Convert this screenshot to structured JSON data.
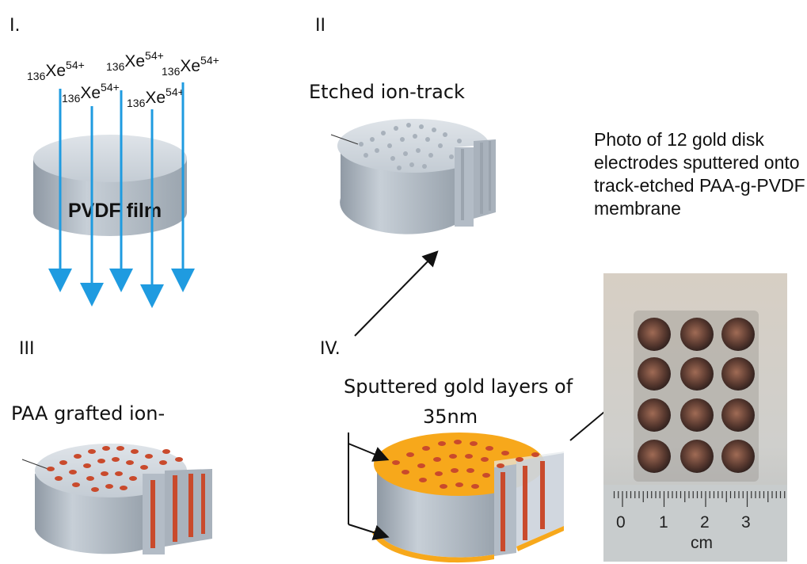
{
  "panels": {
    "p1": {
      "label": "I.",
      "film_text": "PVDF film"
    },
    "p2": {
      "label": "II",
      "caption": "Etched ion-track"
    },
    "p3": {
      "label": "III",
      "caption": "PAA grafted ion-"
    },
    "p4": {
      "label": "IV.",
      "caption_line1": "Sputtered gold layers of",
      "caption_line2": "35nm"
    }
  },
  "ions": [
    {
      "mass": "136",
      "symbol": "Xe",
      "charge": "54+"
    },
    {
      "mass": "136",
      "symbol": "Xe",
      "charge": "54+"
    },
    {
      "mass": "136",
      "symbol": "Xe",
      "charge": "54+"
    },
    {
      "mass": "136",
      "symbol": "Xe",
      "charge": "54+"
    },
    {
      "mass": "136",
      "symbol": "Xe",
      "charge": "54+"
    }
  ],
  "photo": {
    "caption": "Photo of 12 gold disk electrodes sputtered onto track-etched PAA-g-PVDF membrane",
    "ruler_ticks": [
      "0",
      "1",
      "2",
      "3"
    ],
    "ruler_unit": "cm",
    "electrode_count": 12
  },
  "colors": {
    "beam": "#1f9be0",
    "disk_top": "#c9d0d8",
    "disk_side": "#aeb7c1",
    "gold": "#f7a81b",
    "pore_red": "#c94a2c",
    "arrow": "#111111"
  }
}
